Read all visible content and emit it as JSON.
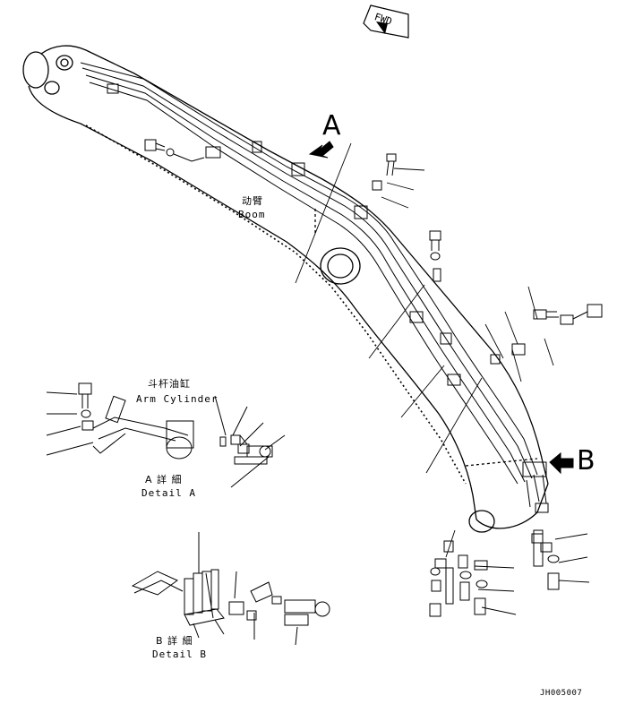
{
  "orientation": {
    "fwd": "FWD"
  },
  "callouts": {
    "a": "A",
    "b": "B"
  },
  "labels": {
    "boom_cn": "动臂",
    "boom_en": "Boom",
    "arm_cylinder_cn": "斗杆油缸",
    "arm_cylinder_en": "Arm Cylinder",
    "detail_a_cn": "A 詳 細",
    "detail_a_en": "Detail A",
    "detail_b_cn": "B 詳 細",
    "detail_b_en": "Detail B"
  },
  "drawing_id": "JH005007"
}
